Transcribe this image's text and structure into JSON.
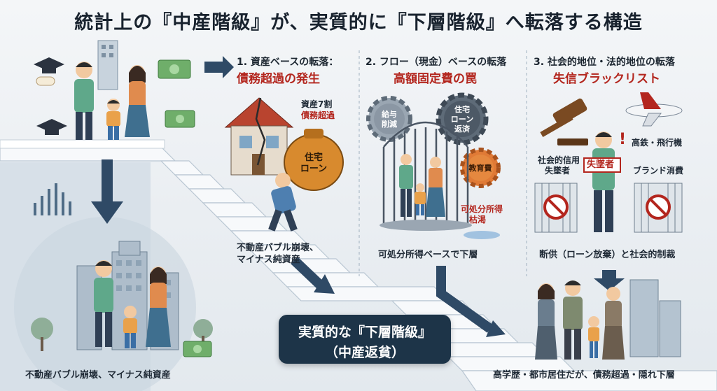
{
  "title": "統計上の『中産階級』が、実質的に『下層階級』へ転落する構造",
  "panel1": {
    "title": "1. 資産ベースの転落：",
    "subtitle": "債務超過の発生",
    "tag_line1": "資産7割",
    "tag_line2": "債務超過",
    "bag_line1": "住宅",
    "bag_line2": "ローン",
    "caption_line1": "不動産バブル崩壊、",
    "caption_line2": "マイナス純資産"
  },
  "panel2": {
    "title": "2. フロー（現金）ベースの転落",
    "subtitle": "高額固定費の罠",
    "gear1_line1": "給与",
    "gear1_line2": "削減",
    "gear2_line1": "住宅",
    "gear2_line2": "ローン",
    "gear2_line3": "返済",
    "gear3": "教育費",
    "tag_line1": "可処分所得",
    "tag_line2": "枯渇",
    "caption": "可処分所得ベースで下層"
  },
  "panel3": {
    "title": "3. 社会的地位・法的地位の転落",
    "subtitle": "失信ブラックリスト",
    "badge": "失墜者",
    "label_trust_line1": "社会的信用",
    "label_trust_line2": "失墜者",
    "label_transport": "高鉄・飛行機",
    "label_brand": "ブランド消費",
    "caption": "断供（ローン放棄）と社会的制裁"
  },
  "left_caption": "不動産バブル崩壊、マイナス純資産",
  "center": {
    "line1": "実質的な『下層階級』",
    "line2": "（中産返貧）"
  },
  "bottom_right_caption": "高学歴・都市居住だが、債務超過・隠れ下層",
  "colors": {
    "accent_red": "#b3261e",
    "navy": "#1d3448",
    "arrow": "#2f4a66"
  }
}
